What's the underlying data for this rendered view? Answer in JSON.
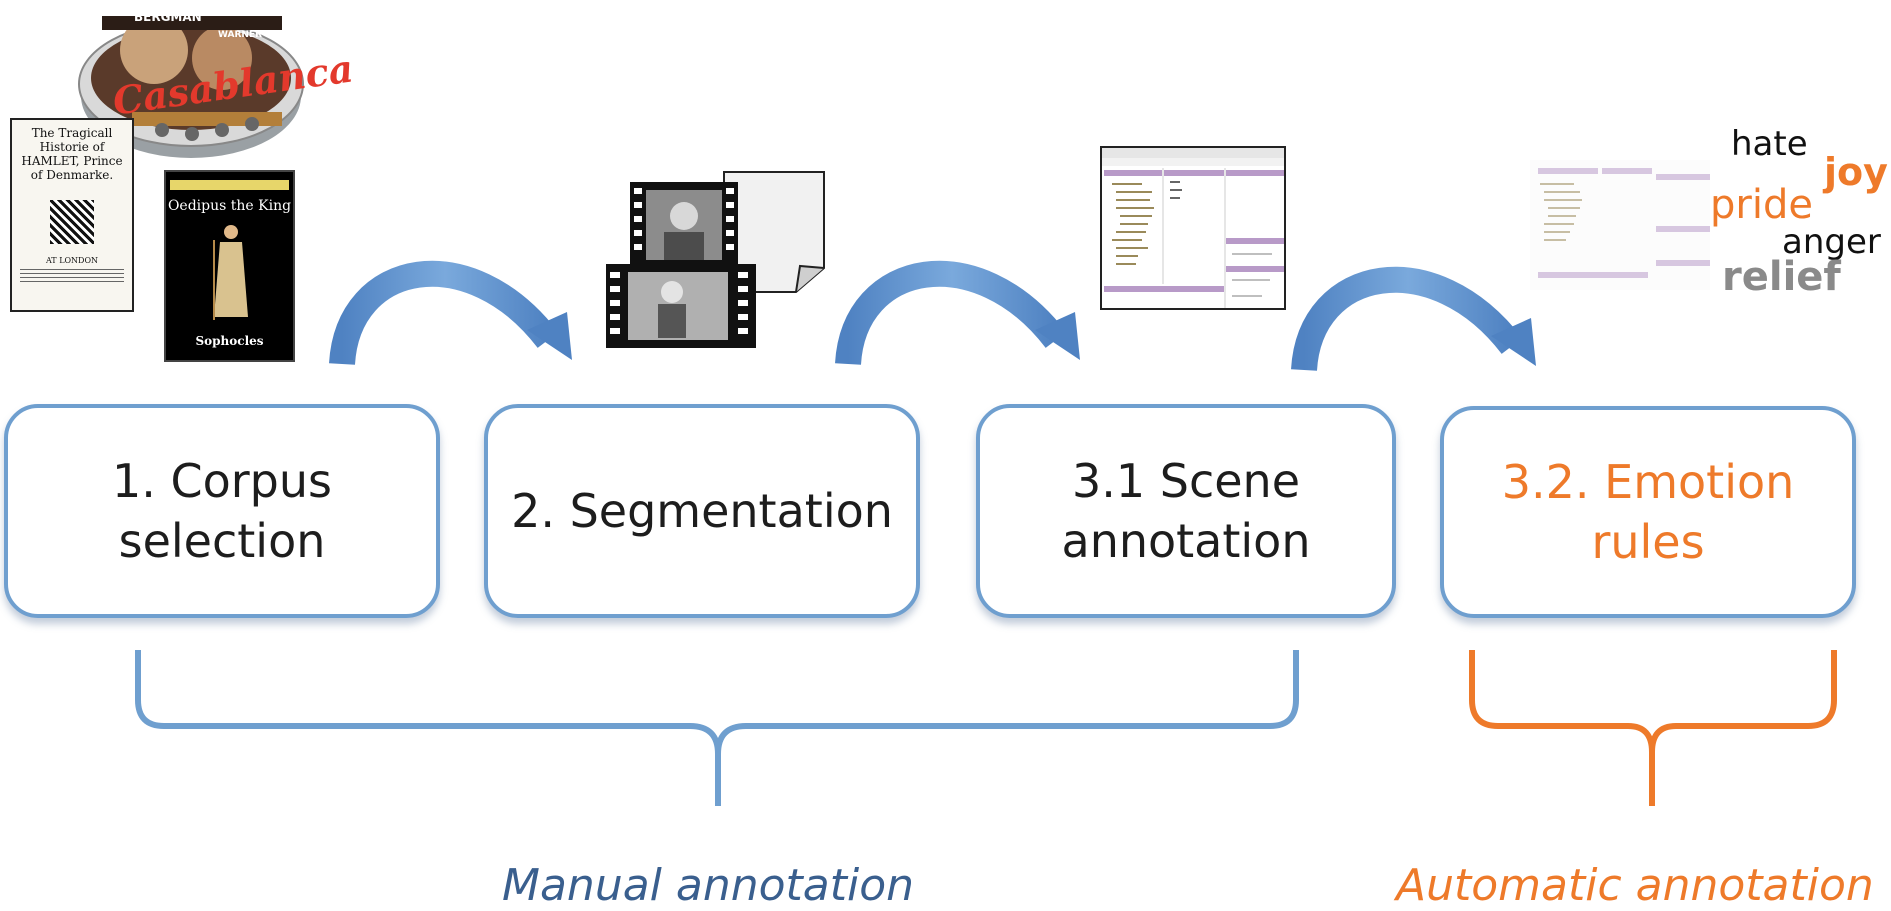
{
  "steps": {
    "corpus": "1. Corpus\nselection",
    "segmentation": "2. Segmentation",
    "scene": "3.1 Scene\nannotation",
    "emotion": "3.2. Emotion\nrules"
  },
  "captions": {
    "manual": "Manual annotation",
    "automatic": "Automatic annotation"
  },
  "emotion_words": {
    "hate": "hate",
    "joy": "joy",
    "pride": "pride",
    "anger": "anger",
    "relief": "relief"
  },
  "corpus_images": {
    "film_reel_title": "Casablanca",
    "film_reel_top": "BERGMAN",
    "film_reel_brand": "WARNER BROS",
    "hamlet_title": "The Tragicall Historie of HAMLET, Prince of Denmarke.",
    "hamlet_place": "AT LONDON",
    "oedipus_title": "Oedipus the King",
    "oedipus_author": "Sophocles"
  },
  "colors": {
    "blue": "#6f9fcf",
    "dark_blue_text": "#3a5f8e",
    "orange": "#ee7a2a",
    "gray": "#8a8a8a"
  }
}
